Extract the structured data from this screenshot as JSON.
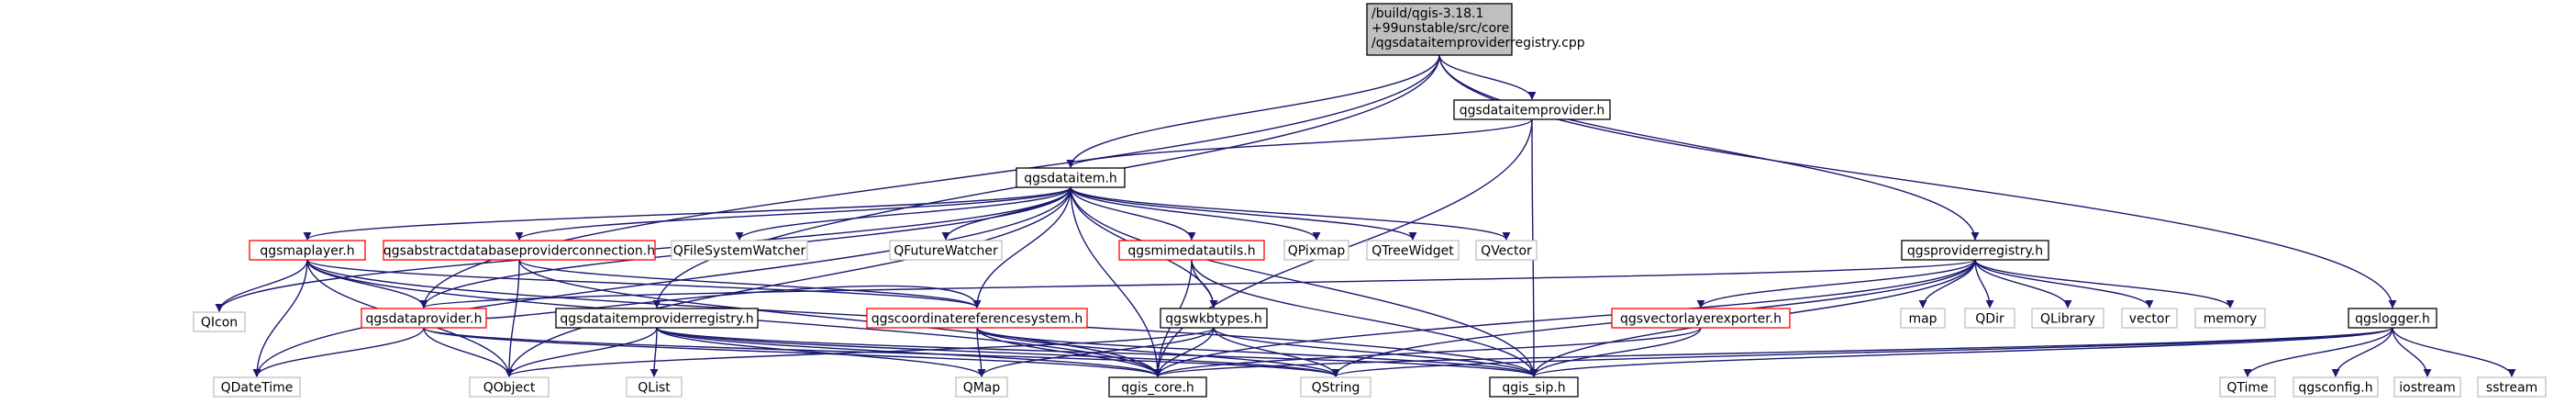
{
  "colors": {
    "root_fill": "#bfbfbf",
    "root_border": "#000000",
    "default_border": "#000000",
    "truncated_border": "#ff0000",
    "external_border": "#bfbfbf",
    "edge": "#191970",
    "text": "#000000"
  },
  "nodes": [
    {
      "id": "root",
      "lines": [
        "/build/qgis-3.18.1",
        "+99unstable/src/core",
        "/qgsdataitemproviderregistry.cpp"
      ],
      "kind": "root"
    },
    {
      "id": "qgsdataitemprovider_h",
      "lines": [
        "qgsdataitemprovider.h"
      ],
      "kind": "normal"
    },
    {
      "id": "qgsdataitem_h",
      "lines": [
        "qgsdataitem.h"
      ],
      "kind": "normal"
    },
    {
      "id": "qgsproviderregistry_h",
      "lines": [
        "qgsproviderregistry.h"
      ],
      "kind": "normal"
    },
    {
      "id": "qgslogger_h",
      "lines": [
        "qgslogger.h"
      ],
      "kind": "normal"
    },
    {
      "id": "qgsmaplayer_h",
      "lines": [
        "qgsmaplayer.h"
      ],
      "kind": "truncated"
    },
    {
      "id": "qgsabstractdb_h",
      "lines": [
        "qgsabstractdatabaseproviderconnection.h"
      ],
      "kind": "truncated"
    },
    {
      "id": "QFileSystemWatcher",
      "lines": [
        "QFileSystemWatcher"
      ],
      "kind": "external"
    },
    {
      "id": "QFutureWatcher",
      "lines": [
        "QFutureWatcher"
      ],
      "kind": "external"
    },
    {
      "id": "qgsmimedatautils_h",
      "lines": [
        "qgsmimedatautils.h"
      ],
      "kind": "truncated"
    },
    {
      "id": "QPixmap",
      "lines": [
        "QPixmap"
      ],
      "kind": "external"
    },
    {
      "id": "QTreeWidget",
      "lines": [
        "QTreeWidget"
      ],
      "kind": "external"
    },
    {
      "id": "QVector",
      "lines": [
        "QVector"
      ],
      "kind": "external"
    },
    {
      "id": "QIcon",
      "lines": [
        "QIcon"
      ],
      "kind": "external"
    },
    {
      "id": "qgsdataprovider_h",
      "lines": [
        "qgsdataprovider.h"
      ],
      "kind": "truncated"
    },
    {
      "id": "qgsdataitemproviderregistry_h",
      "lines": [
        "qgsdataitemproviderregistry.h"
      ],
      "kind": "normal"
    },
    {
      "id": "qgscrs_h",
      "lines": [
        "qgscoordinatereferencesystem.h"
      ],
      "kind": "truncated"
    },
    {
      "id": "qgswkbtypes_h",
      "lines": [
        "qgswkbtypes.h"
      ],
      "kind": "normal"
    },
    {
      "id": "qgsvectorlayerexporter_h",
      "lines": [
        "qgsvectorlayerexporter.h"
      ],
      "kind": "truncated"
    },
    {
      "id": "map",
      "lines": [
        "map"
      ],
      "kind": "external"
    },
    {
      "id": "QDir",
      "lines": [
        "QDir"
      ],
      "kind": "external"
    },
    {
      "id": "QLibrary",
      "lines": [
        "QLibrary"
      ],
      "kind": "external"
    },
    {
      "id": "vector",
      "lines": [
        "vector"
      ],
      "kind": "external"
    },
    {
      "id": "memory",
      "lines": [
        "memory"
      ],
      "kind": "external"
    },
    {
      "id": "QDateTime",
      "lines": [
        "QDateTime"
      ],
      "kind": "external"
    },
    {
      "id": "QObject",
      "lines": [
        "QObject"
      ],
      "kind": "external"
    },
    {
      "id": "QList",
      "lines": [
        "QList"
      ],
      "kind": "external"
    },
    {
      "id": "QMap",
      "lines": [
        "QMap"
      ],
      "kind": "external"
    },
    {
      "id": "qgis_core_h",
      "lines": [
        "qgis_core.h"
      ],
      "kind": "normal"
    },
    {
      "id": "QString",
      "lines": [
        "QString"
      ],
      "kind": "external"
    },
    {
      "id": "qgis_sip_h",
      "lines": [
        "qgis_sip.h"
      ],
      "kind": "normal"
    },
    {
      "id": "QTime",
      "lines": [
        "QTime"
      ],
      "kind": "external"
    },
    {
      "id": "qgsconfig_h",
      "lines": [
        "qgsconfig.h"
      ],
      "kind": "external"
    },
    {
      "id": "iostream",
      "lines": [
        "iostream"
      ],
      "kind": "external"
    },
    {
      "id": "sstream",
      "lines": [
        "sstream"
      ],
      "kind": "external"
    }
  ],
  "edges": [
    [
      "root",
      "qgsdataitemprovider_h"
    ],
    [
      "root",
      "qgsdataitem_h"
    ],
    [
      "root",
      "qgsproviderregistry_h"
    ],
    [
      "root",
      "qgslogger_h"
    ],
    [
      "root",
      "qgsdataprovider_h"
    ],
    [
      "root",
      "qgsdataitemproviderregistry_h"
    ],
    [
      "qgsdataitemprovider_h",
      "qgsdataitem_h"
    ],
    [
      "qgsdataitemprovider_h",
      "qgis_core_h"
    ],
    [
      "qgsdataitemprovider_h",
      "qgis_sip_h"
    ],
    [
      "qgsdataitem_h",
      "qgsmaplayer_h"
    ],
    [
      "qgsdataitem_h",
      "qgsabstractdb_h"
    ],
    [
      "qgsdataitem_h",
      "QFileSystemWatcher"
    ],
    [
      "qgsdataitem_h",
      "QFutureWatcher"
    ],
    [
      "qgsdataitem_h",
      "qgsmimedatautils_h"
    ],
    [
      "qgsdataitem_h",
      "QPixmap"
    ],
    [
      "qgsdataitem_h",
      "QTreeWidget"
    ],
    [
      "qgsdataitem_h",
      "QVector"
    ],
    [
      "qgsdataitem_h",
      "QIcon"
    ],
    [
      "qgsdataitem_h",
      "qgsdataprovider_h"
    ],
    [
      "qgsdataitem_h",
      "qgscrs_h"
    ],
    [
      "qgsdataitem_h",
      "qgswkbtypes_h"
    ],
    [
      "qgsdataitem_h",
      "QDateTime"
    ],
    [
      "qgsdataitem_h",
      "QObject"
    ],
    [
      "qgsdataitem_h",
      "qgis_core_h"
    ],
    [
      "qgsdataitem_h",
      "qgis_sip_h"
    ],
    [
      "qgsmaplayer_h",
      "QIcon"
    ],
    [
      "qgsmaplayer_h",
      "qgsdataprovider_h"
    ],
    [
      "qgsmaplayer_h",
      "qgscrs_h"
    ],
    [
      "qgsmaplayer_h",
      "QDateTime"
    ],
    [
      "qgsmaplayer_h",
      "QObject"
    ],
    [
      "qgsmaplayer_h",
      "qgis_core_h"
    ],
    [
      "qgsmaplayer_h",
      "qgis_sip_h"
    ],
    [
      "qgsabstractdb_h",
      "qgscrs_h"
    ],
    [
      "qgsabstractdb_h",
      "QObject"
    ],
    [
      "qgsabstractdb_h",
      "qgis_core_h"
    ],
    [
      "qgsmimedatautils_h",
      "qgswkbtypes_h"
    ],
    [
      "qgsmimedatautils_h",
      "qgis_core_h"
    ],
    [
      "qgsmimedatautils_h",
      "qgis_sip_h"
    ],
    [
      "qgsdataprovider_h",
      "QDateTime"
    ],
    [
      "qgsdataprovider_h",
      "QObject"
    ],
    [
      "qgsdataprovider_h",
      "qgscrs_h"
    ],
    [
      "qgsdataprovider_h",
      "qgis_core_h"
    ],
    [
      "qgsdataprovider_h",
      "QString"
    ],
    [
      "qgsdataitemproviderregistry_h",
      "QObject"
    ],
    [
      "qgsdataitemproviderregistry_h",
      "QList"
    ],
    [
      "qgsdataitemproviderregistry_h",
      "QMap"
    ],
    [
      "qgsdataitemproviderregistry_h",
      "qgis_core_h"
    ],
    [
      "qgsdataitemproviderregistry_h",
      "QString"
    ],
    [
      "qgsdataitemproviderregistry_h",
      "qgis_sip_h"
    ],
    [
      "qgscrs_h",
      "QMap"
    ],
    [
      "qgscrs_h",
      "qgis_core_h"
    ],
    [
      "qgscrs_h",
      "QString"
    ],
    [
      "qgscrs_h",
      "qgis_sip_h"
    ],
    [
      "qgswkbtypes_h",
      "QMap"
    ],
    [
      "qgswkbtypes_h",
      "qgis_core_h"
    ],
    [
      "qgswkbtypes_h",
      "QString"
    ],
    [
      "qgswkbtypes_h",
      "qgis_sip_h"
    ],
    [
      "qgswkbtypes_h",
      "QObject"
    ],
    [
      "qgsproviderregistry_h",
      "qgsdataprovider_h"
    ],
    [
      "qgsproviderregistry_h",
      "qgsvectorlayerexporter_h"
    ],
    [
      "qgsproviderregistry_h",
      "map"
    ],
    [
      "qgsproviderregistry_h",
      "QDir"
    ],
    [
      "qgsproviderregistry_h",
      "QLibrary"
    ],
    [
      "qgsproviderregistry_h",
      "vector"
    ],
    [
      "qgsproviderregistry_h",
      "memory"
    ],
    [
      "qgsproviderregistry_h",
      "qgis_core_h"
    ],
    [
      "qgsproviderregistry_h",
      "QString"
    ],
    [
      "qgsproviderregistry_h",
      "qgis_sip_h"
    ],
    [
      "qgsvectorlayerexporter_h",
      "qgis_core_h"
    ],
    [
      "qgsvectorlayerexporter_h",
      "qgis_sip_h"
    ],
    [
      "qgslogger_h",
      "QTime"
    ],
    [
      "qgslogger_h",
      "qgsconfig_h"
    ],
    [
      "qgslogger_h",
      "iostream"
    ],
    [
      "qgslogger_h",
      "sstream"
    ],
    [
      "qgslogger_h",
      "qgis_core_h"
    ],
    [
      "qgslogger_h",
      "QString"
    ],
    [
      "qgslogger_h",
      "qgis_sip_h"
    ]
  ]
}
